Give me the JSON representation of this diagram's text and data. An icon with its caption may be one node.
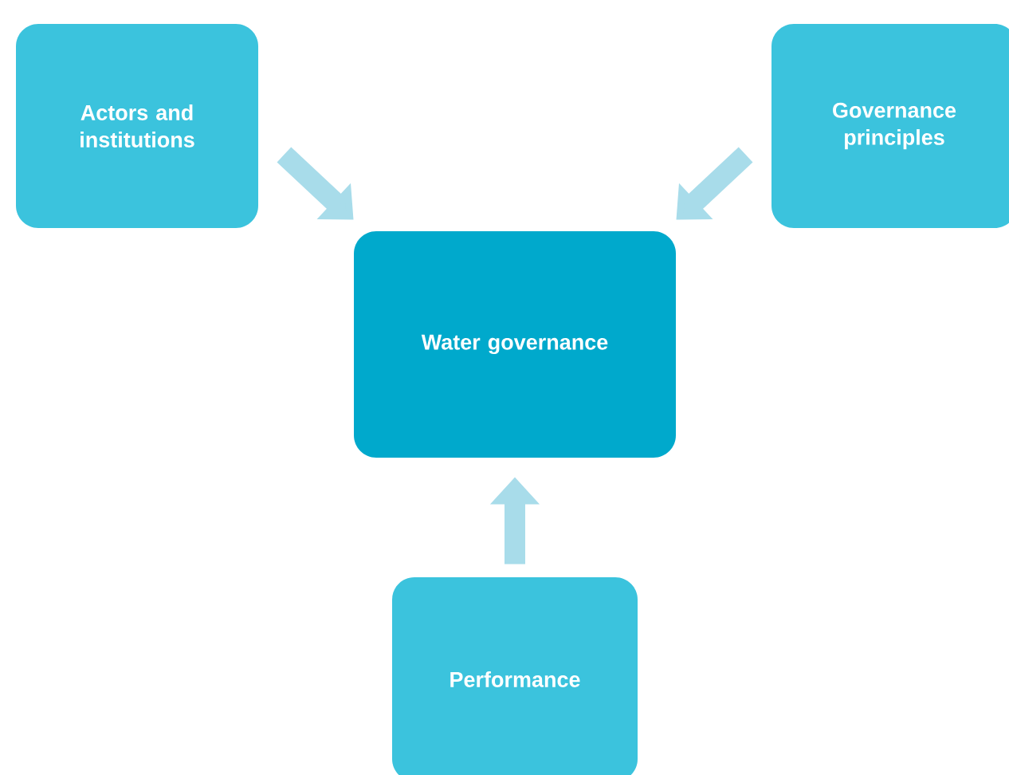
{
  "diagram": {
    "nodes": [
      {
        "text": [
          "Actors and institutions"
        ]
      },
      {
        "text": [
          "Governance principles"
        ]
      },
      {
        "text": [
          "Water governance"
        ]
      },
      {
        "text": [
          "Performance"
        ]
      }
    ],
    "edges": [
      {
        "from": 0,
        "to": 2,
        "arrow": "to"
      },
      {
        "from": 1,
        "to": 2,
        "arrow": "to"
      },
      {
        "from": 3,
        "to": 2,
        "arrow": "to"
      }
    ]
  }
}
